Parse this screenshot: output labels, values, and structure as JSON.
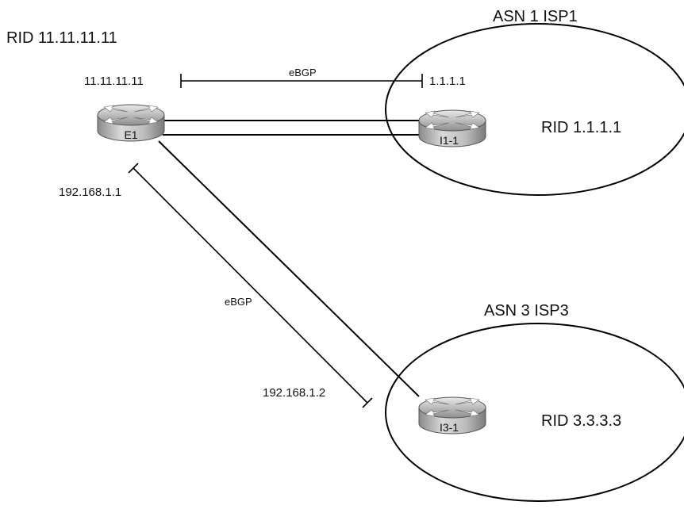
{
  "diagram": {
    "edge_router": {
      "name": "E1",
      "rid_label": "RID 11.11.11.11"
    },
    "isp1": {
      "asn_label": "ASN 1 ISP1",
      "router_name": "I1-1",
      "rid_label": "RID 1.1.1.1"
    },
    "isp3": {
      "asn_label": "ASN 3 ISP3",
      "router_name": "I3-1",
      "rid_label": "RID 3.3.3.3"
    },
    "peering_isp1": {
      "protocol": "eBGP",
      "local_ip": "11.11.11.11",
      "remote_ip": "1.1.1.1"
    },
    "peering_isp3": {
      "protocol": "eBGP",
      "local_ip": "192.168.1.1",
      "remote_ip": "192.168.1.2"
    }
  }
}
